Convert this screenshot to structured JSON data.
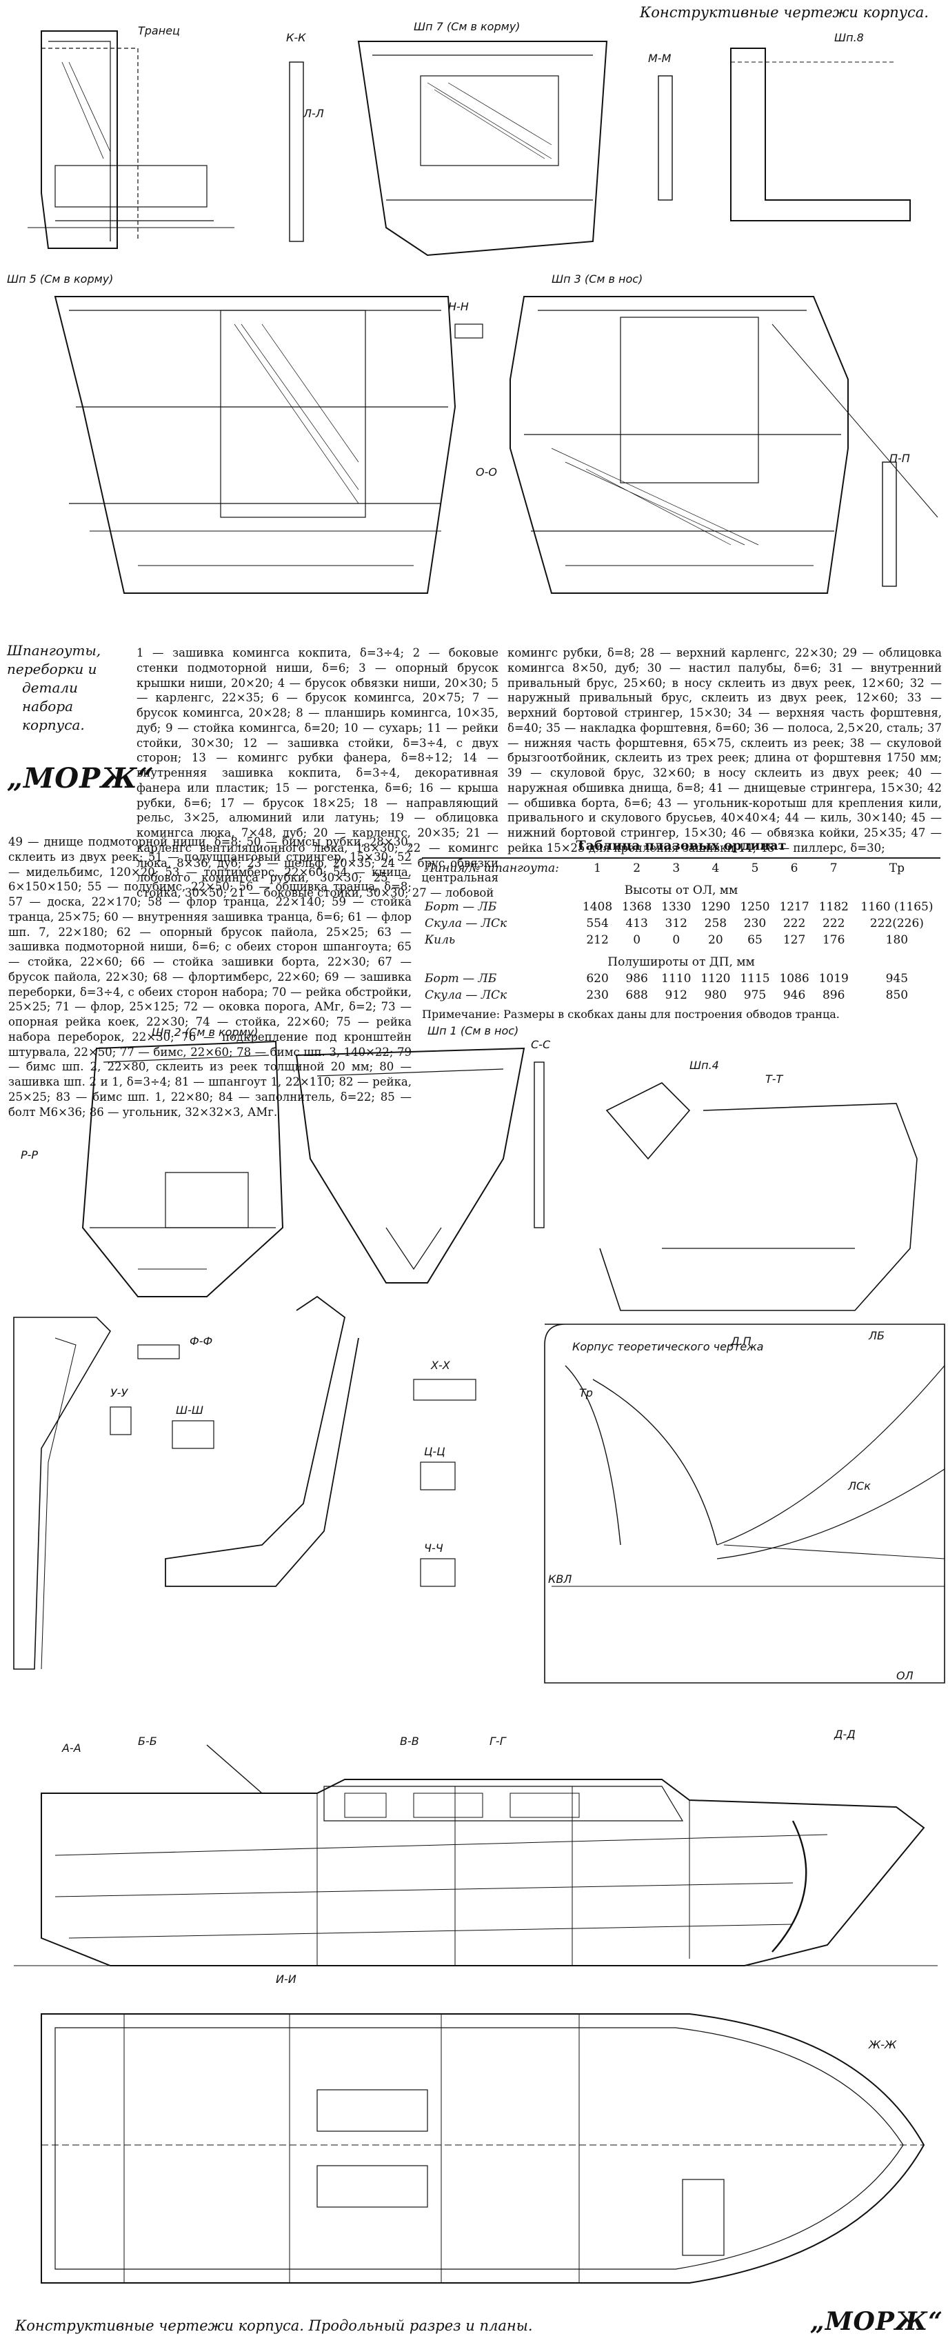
{
  "header": {
    "title": "Конструктивные чертежи корпуса."
  },
  "frames_section": {
    "caption_lines": [
      "Шпангоуты,",
      "переборки и",
      "детали",
      "набора",
      "корпуса."
    ],
    "brand": "„МОРЖ“"
  },
  "drawing_labels": {
    "transom": "Транец",
    "kk": "К-К",
    "frame7": "Шп 7 (См в корму)",
    "mm": "М-М",
    "frame8": "Шп.8",
    "ll": "Л-Л",
    "frame5": "Шп 5 (См в корму)",
    "nn": "Н-Н",
    "frame3": "Шп 3 (См в нос)",
    "oo": "О-О",
    "pp": "П-П",
    "frame2": "Шп 2 (См в корму)",
    "frame1": "Шп 1 (См в нос)",
    "ss": "С-С",
    "frame4": "Шп.4",
    "tt": "Т-Т",
    "rr": "Р-Р",
    "uu": "У-У",
    "ff": "Ф-Ф",
    "shsh": "Ш-Ш",
    "tsts": "Ц-Ц",
    "xx": "Х-Х",
    "chch": "Ч-Ч",
    "theoretical_box": "Корпус теоретического чертежа",
    "dp": "Д.П",
    "lb": "ЛБ",
    "lsk": "ЛСк",
    "kvl": "КВЛ",
    "ol": "ОЛ",
    "tr": "Тр",
    "aa": "А-А",
    "bb": "Б-Б",
    "vv": "В-В",
    "gg": "Г-Г",
    "dd": "Д-Д",
    "zhzh": "Ж-Ж",
    "ii": "И-И"
  },
  "legend_top": {
    "col1": "1 — зашивка комингса кокпита, δ=3÷4; 2 — боковые стенки подмоторной ниши, δ=6; 3 — опорный брусок крышки ниши, 20×20; 4 — брусок обвязки ниши, 20×30; 5 — карленгс, 22×35; 6 — брусок комингса, 20×75; 7 — брусок комингса, 20×28; 8 — планширь комингса, 10×35, дуб; 9 — стойка комингса, δ=20; 10 — сухарь; 11 — рейки стойки, 30×30; 12 — зашивка стойки, δ=3÷4, с двух сторон; 13 — комингс рубки фанера, δ=8÷12; 14 — внутренняя зашивка кокпита, δ=3÷4, декоративная фанера или пластик; 15 — рогстенка, δ=6; 16 — крыша рубки, δ=6; 17 — брусок 18×25; 18 — направляющий рельс, 3×25, алюминий или латунь; 19 — облицовка комингса люка, 7×48, дуб; 20 — карленгс, 20×35; 21 — карленгс вентиляционного люка, 18×30; 22 — комингс люка, 8×36, дуб; 23 — шельф, 20×35; 24 — брус обвязки лобового комингса рубки, 30×30; 25 — центральная стойка, 30×50; 21 — боковые стойки, 30×30; 27 — лобовой",
    "col2": "комингс рубки, δ=8; 28 — верхний карленгс, 22×30; 29 — облицовка комингса 8×50, дуб; 30 — настил палубы, δ=6; 31 — внутренний привальный брус, 25×60; в носу склеить из двух реек, 12×60; 32 — наружный привальный брус, склеить из двух реек, 12×60; 33 — верхний бортовой стрингер, 15×30; 34 — верхняя часть форштевня, δ=40; 35 — накладка форштевня, δ=60; 36 — полоса, 2,5×20, сталь; 37 — нижняя часть форштевня, 65×75, склеить из реек; 38 — скуловой брызгоотбойник, склеить из трех реек; длина от форштевня 1750 мм; 39 — скуловой брус, 32×60; в носу склеить из двух реек; 40 — наружная обшивка днища, δ=8; 41 — днищевые стрингера, 15×30; 42 — обшивка борта, δ=6; 43 — угольник-коротыш для крепления кили, привального и скулового брусьев, 40×40×4; 44 — киль, 30×140; 45 — нижний бортовой стрингер, 15×30; 46 — обвязка койки, 25×35; 47 — рейка 15×25 для крепления зашивки 14; 48 — пиллерс, δ=30;"
  },
  "legend_mid": "49 — днище подмоторной ниши, δ=8; 50 — бимсы рубки, 28×30, склеить из двух реек; 51 — полушпанговый стрингер, 15×30; 52 — мидельбимс, 120×20; 53 — топтимберс, 22×60; 54 — кница, 6×150×150; 55 — полубимс, 22×50; 56 — обшивка транца, δ=8; 57 — доска, 22×170; 58 — флор транца, 22×140; 59 — стойка транца, 25×75; 60 — внутренняя зашивка транца, δ=6; 61 — флор шп. 7, 22×180; 62 — опорный брусок пайола, 25×25; 63 — зашивка подмоторной ниши, δ=6; с обеих сторон шпангоута; 65 — стойка, 22×60; 66 — стойка зашивки борта, 22×30; 67 — брусок пайола, 22×30; 68 — флортимберс, 22×60; 69 — зашивка переборки, δ=3÷4, с обеих сторон набора; 70 — рейка обстройки, 25×25; 71 — флор, 25×125; 72 — оковка порога, АМг, δ=2; 73 — опорная рейка коек, 22×30; 74 — стойка, 22×60; 75 — рейка набора переборок, 22×30; 76 — подкрепление под кронштейн штурвала, 22×50; 77 — бимс, 22×60; 78 — бимс шп. 3, 140×22; 79 — бимс шп. 2, 22×80, склеить из реек толщиной 20 мм; 80 — зашивка шп. 2 и 1, δ=3÷4; 81 — шпангоут 1, 22×110; 82 — рейка, 25×25; 83 — бимс шп. 1, 22×80; 84 — заполнитель, δ=22; 85 — болт М6×36; 86 — угольник, 32×32×3, АМг.",
  "table": {
    "title": "Таблица плазовых ординат",
    "columns": [
      "Линия/№ шпангоута:",
      "1",
      "2",
      "3",
      "4",
      "5",
      "6",
      "7",
      "Тр"
    ],
    "section1_title": "Высоты от ОЛ, мм",
    "section1_rows": [
      {
        "label": "Борт — ЛБ",
        "values": [
          "1408",
          "1368",
          "1330",
          "1290",
          "1250",
          "1217",
          "1182",
          "1160 (1165)"
        ]
      },
      {
        "label": "Скула — ЛСк",
        "values": [
          "554",
          "413",
          "312",
          "258",
          "230",
          "222",
          "222",
          "222(226)"
        ]
      },
      {
        "label": "Киль",
        "values": [
          "212",
          "0",
          "0",
          "20",
          "65",
          "127",
          "176",
          "180"
        ]
      }
    ],
    "section2_title": "Полуширoты от ДП, мм",
    "section2_rows": [
      {
        "label": "Борт — ЛБ",
        "values": [
          "620",
          "986",
          "1110",
          "1120",
          "1115",
          "1086",
          "1019",
          "945"
        ]
      },
      {
        "label": "Скула — ЛСк",
        "values": [
          "230",
          "688",
          "912",
          "980",
          "975",
          "946",
          "896",
          "850"
        ]
      }
    ],
    "note": "Примечание: Размеры в скобках даны для построения обводов транца."
  },
  "footer": {
    "caption": "Конструктивные чертежи корпуса. Продольный разрез и планы.",
    "brand": "„МОРЖ“"
  }
}
